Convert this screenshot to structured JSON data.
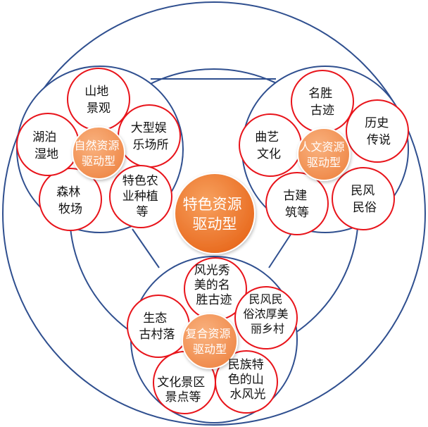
{
  "colors": {
    "frame": "#2f4f8f",
    "petal": "#e8141b",
    "hub": "#f28b4c",
    "center": "#f07a2c",
    "text": "#111111",
    "hub_text": "#ffffff"
  },
  "center": {
    "lines": [
      "特色资源",
      "驱动型"
    ]
  },
  "groups": [
    {
      "hub": [
        "自然资源",
        "驱动型"
      ],
      "petals": [
        [
          "山地",
          "景观"
        ],
        [
          "大型娱",
          "乐场所"
        ],
        [
          "特色农",
          "业种植",
          "等"
        ],
        [
          "森林",
          "牧场"
        ],
        [
          "湖泊",
          "湿地"
        ]
      ]
    },
    {
      "hub": [
        "人文资源",
        "驱动型"
      ],
      "petals": [
        [
          "名胜",
          "古迹"
        ],
        [
          "历史",
          "传说"
        ],
        [
          "民风",
          "民俗"
        ],
        [
          "古建",
          "筑等"
        ],
        [
          "曲艺",
          "文化"
        ]
      ]
    },
    {
      "hub": [
        "复合资源",
        "驱动型"
      ],
      "petals": [
        [
          "风光秀",
          "美的名",
          "胜古迹"
        ],
        [
          "民风民",
          "俗浓厚美",
          "丽乡村"
        ],
        [
          "民族特",
          "色的山",
          "水风光"
        ],
        [
          "文化景区",
          "景点等"
        ],
        [
          "生态",
          "古村落"
        ]
      ]
    }
  ]
}
